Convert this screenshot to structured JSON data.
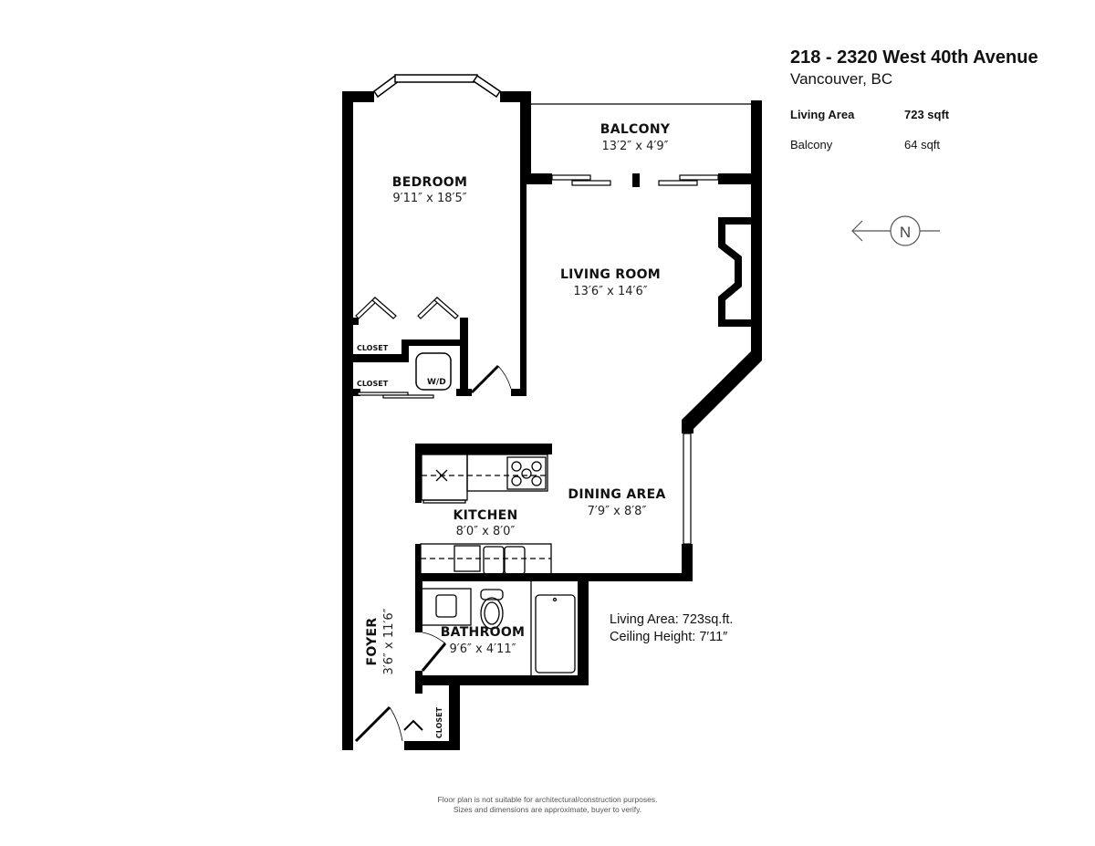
{
  "header": {
    "address": "218 - 2320 West 40th Avenue",
    "city": "Vancouver, BC"
  },
  "stats": [
    {
      "label": "Living Area",
      "value": "723 sqft",
      "bold": true
    },
    {
      "label": "Balcony",
      "value": "64 sqft",
      "bold": false
    }
  ],
  "compass": {
    "icon": "north-arrow-icon",
    "letter": "N",
    "direction": "left"
  },
  "rooms": {
    "bedroom": {
      "name": "BEDROOM",
      "dims": "9′11″ x 18′5″"
    },
    "balcony": {
      "name": "BALCONY",
      "dims": "13′2″ x 4′9″"
    },
    "living_room": {
      "name": "LIVING ROOM",
      "dims": "13′6″ x 14′6″"
    },
    "dining_area": {
      "name": "DINING AREA",
      "dims": "7′9″ x 8′8″"
    },
    "kitchen": {
      "name": "KITCHEN",
      "dims": "8′0″ x 8′0″"
    },
    "bathroom": {
      "name": "BATHROOM",
      "dims": "9′6″ x 4′11″"
    },
    "foyer": {
      "name": "FOYER",
      "dims": "3′6″ x 11′6″"
    }
  },
  "small_labels": {
    "closet_1": "CLOSET",
    "closet_2": "CLOSET",
    "closet_3": "CLOSET",
    "washer_dryer": "W/D"
  },
  "notes": {
    "living_area": "Living Area: 723sq.ft.",
    "ceiling_height": "Ceiling Height: 7′11″"
  },
  "disclaimer": {
    "line1": "Floor plan is not suitable for architectural/construction purposes.",
    "line2": "Sizes and dimensions are approximate, buyer to verify."
  },
  "colors": {
    "wall": "#000000",
    "background": "#ffffff",
    "disclaimer_text": "#555555"
  }
}
